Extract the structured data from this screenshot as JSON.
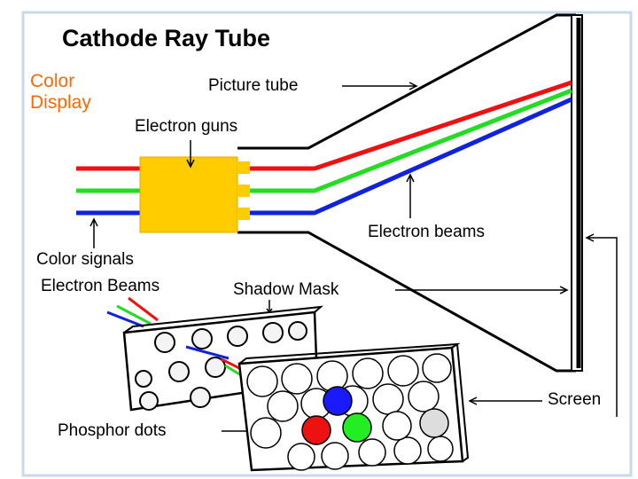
{
  "title": "Cathode Ray Tube",
  "side_label": {
    "line1": "Color",
    "line2": "Display"
  },
  "labels": {
    "picture_tube": "Picture tube",
    "electron_guns": "Electron guns",
    "electron_beams_top": "Electron beams",
    "color_signals": "Color signals",
    "electron_beams_bottom": "Electron Beams",
    "shadow_mask": "Shadow Mask",
    "screen": "Screen",
    "phosphor_dots": "Phosphor dots"
  },
  "colors": {
    "red_beam": "#ee1111",
    "green_beam": "#22dd22",
    "blue_beam": "#1122dd",
    "gun_body": "#ffcc00",
    "accent_text": "#ff6600",
    "page_border": "#c8d8ee"
  }
}
